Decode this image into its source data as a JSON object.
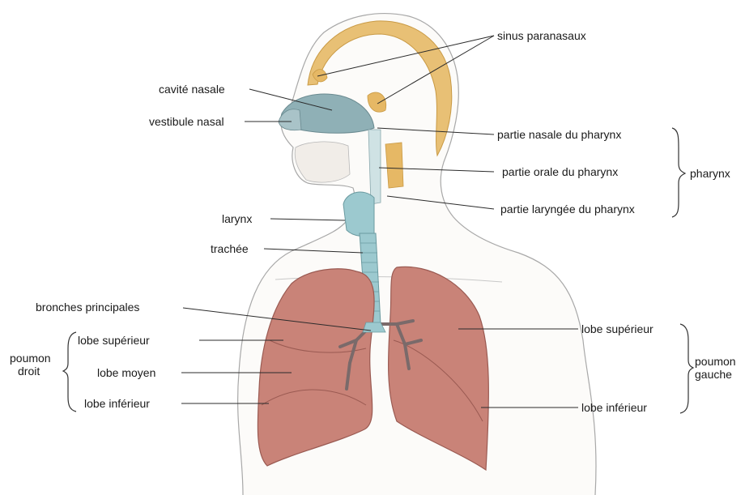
{
  "labels": {
    "sinus_paranasaux": "sinus paranasaux",
    "cavite_nasale": "cavité nasale",
    "vestibule_nasal": "vestibule nasal",
    "partie_nasale": "partie nasale du pharynx",
    "partie_orale": "partie orale du pharynx",
    "partie_laryngee": "partie laryngée du pharynx",
    "pharynx": "pharynx",
    "larynx": "larynx",
    "trachee": "trachée",
    "bronches": "bronches principales",
    "lobe_sup_droit": "lobe supérieur",
    "lobe_moyen": "lobe moyen",
    "lobe_inf_droit": "lobe inférieur",
    "poumon_droit_1": "poumon",
    "poumon_droit_2": "droit",
    "lobe_sup_gauche": "lobe supérieur",
    "lobe_inf_gauche": "lobe inférieur",
    "poumon_gauche_1": "poumon",
    "poumon_gauche_2": "gauche"
  },
  "colors": {
    "skin_outline": "#9a9a9a",
    "bone": "#e6b865",
    "airway": "#9cc9cf",
    "nasal_cavity": "#8aa9b0",
    "lung": "#c47e74",
    "lung_dark": "#a8625a",
    "text": "#1a1a1a"
  }
}
